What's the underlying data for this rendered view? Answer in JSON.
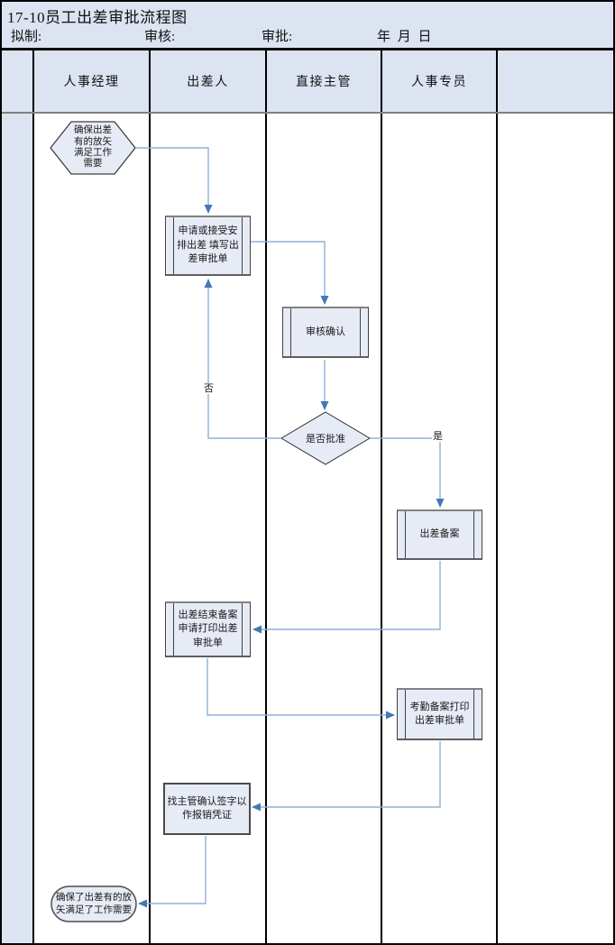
{
  "doc": {
    "title": "17-10员工出差审批流程图"
  },
  "meta": {
    "drafted": "拟制:",
    "reviewed": "审核:",
    "approved": "审批:",
    "date": "年 月 日"
  },
  "lanes": [
    "人事经理",
    "出差人",
    "直接主管",
    "人事专员",
    ""
  ],
  "nodes": {
    "start": {
      "type": "hexagon",
      "label": "确保出差有的放矢满足工作需要"
    },
    "apply": {
      "type": "process",
      "label": "申请或接受安排出差 填写出差审批单"
    },
    "review": {
      "type": "process",
      "label": "审核确认"
    },
    "decision": {
      "type": "decision",
      "label": "是否批准"
    },
    "trip_filing": {
      "type": "process",
      "label": "出差备案"
    },
    "trip_end_filing": {
      "type": "process",
      "label": "出差结束备案申请打印出差审批单"
    },
    "attendance_filing": {
      "type": "process",
      "label": "考勤备案打印出差审批单"
    },
    "sign_voucher": {
      "type": "rectangle",
      "label": "找主管确认签字以作报销凭证"
    },
    "end": {
      "type": "terminator",
      "label": "确保了出差有的放矢满足了工作需要"
    }
  },
  "edges": {
    "no_label": "否",
    "yes_label": "是"
  },
  "colors": {
    "band": "#dce3f1",
    "shape_fill": "#e6ebf5",
    "connector": "#8fb0d8",
    "arrowhead": "#4577b5",
    "border": "#000000"
  }
}
